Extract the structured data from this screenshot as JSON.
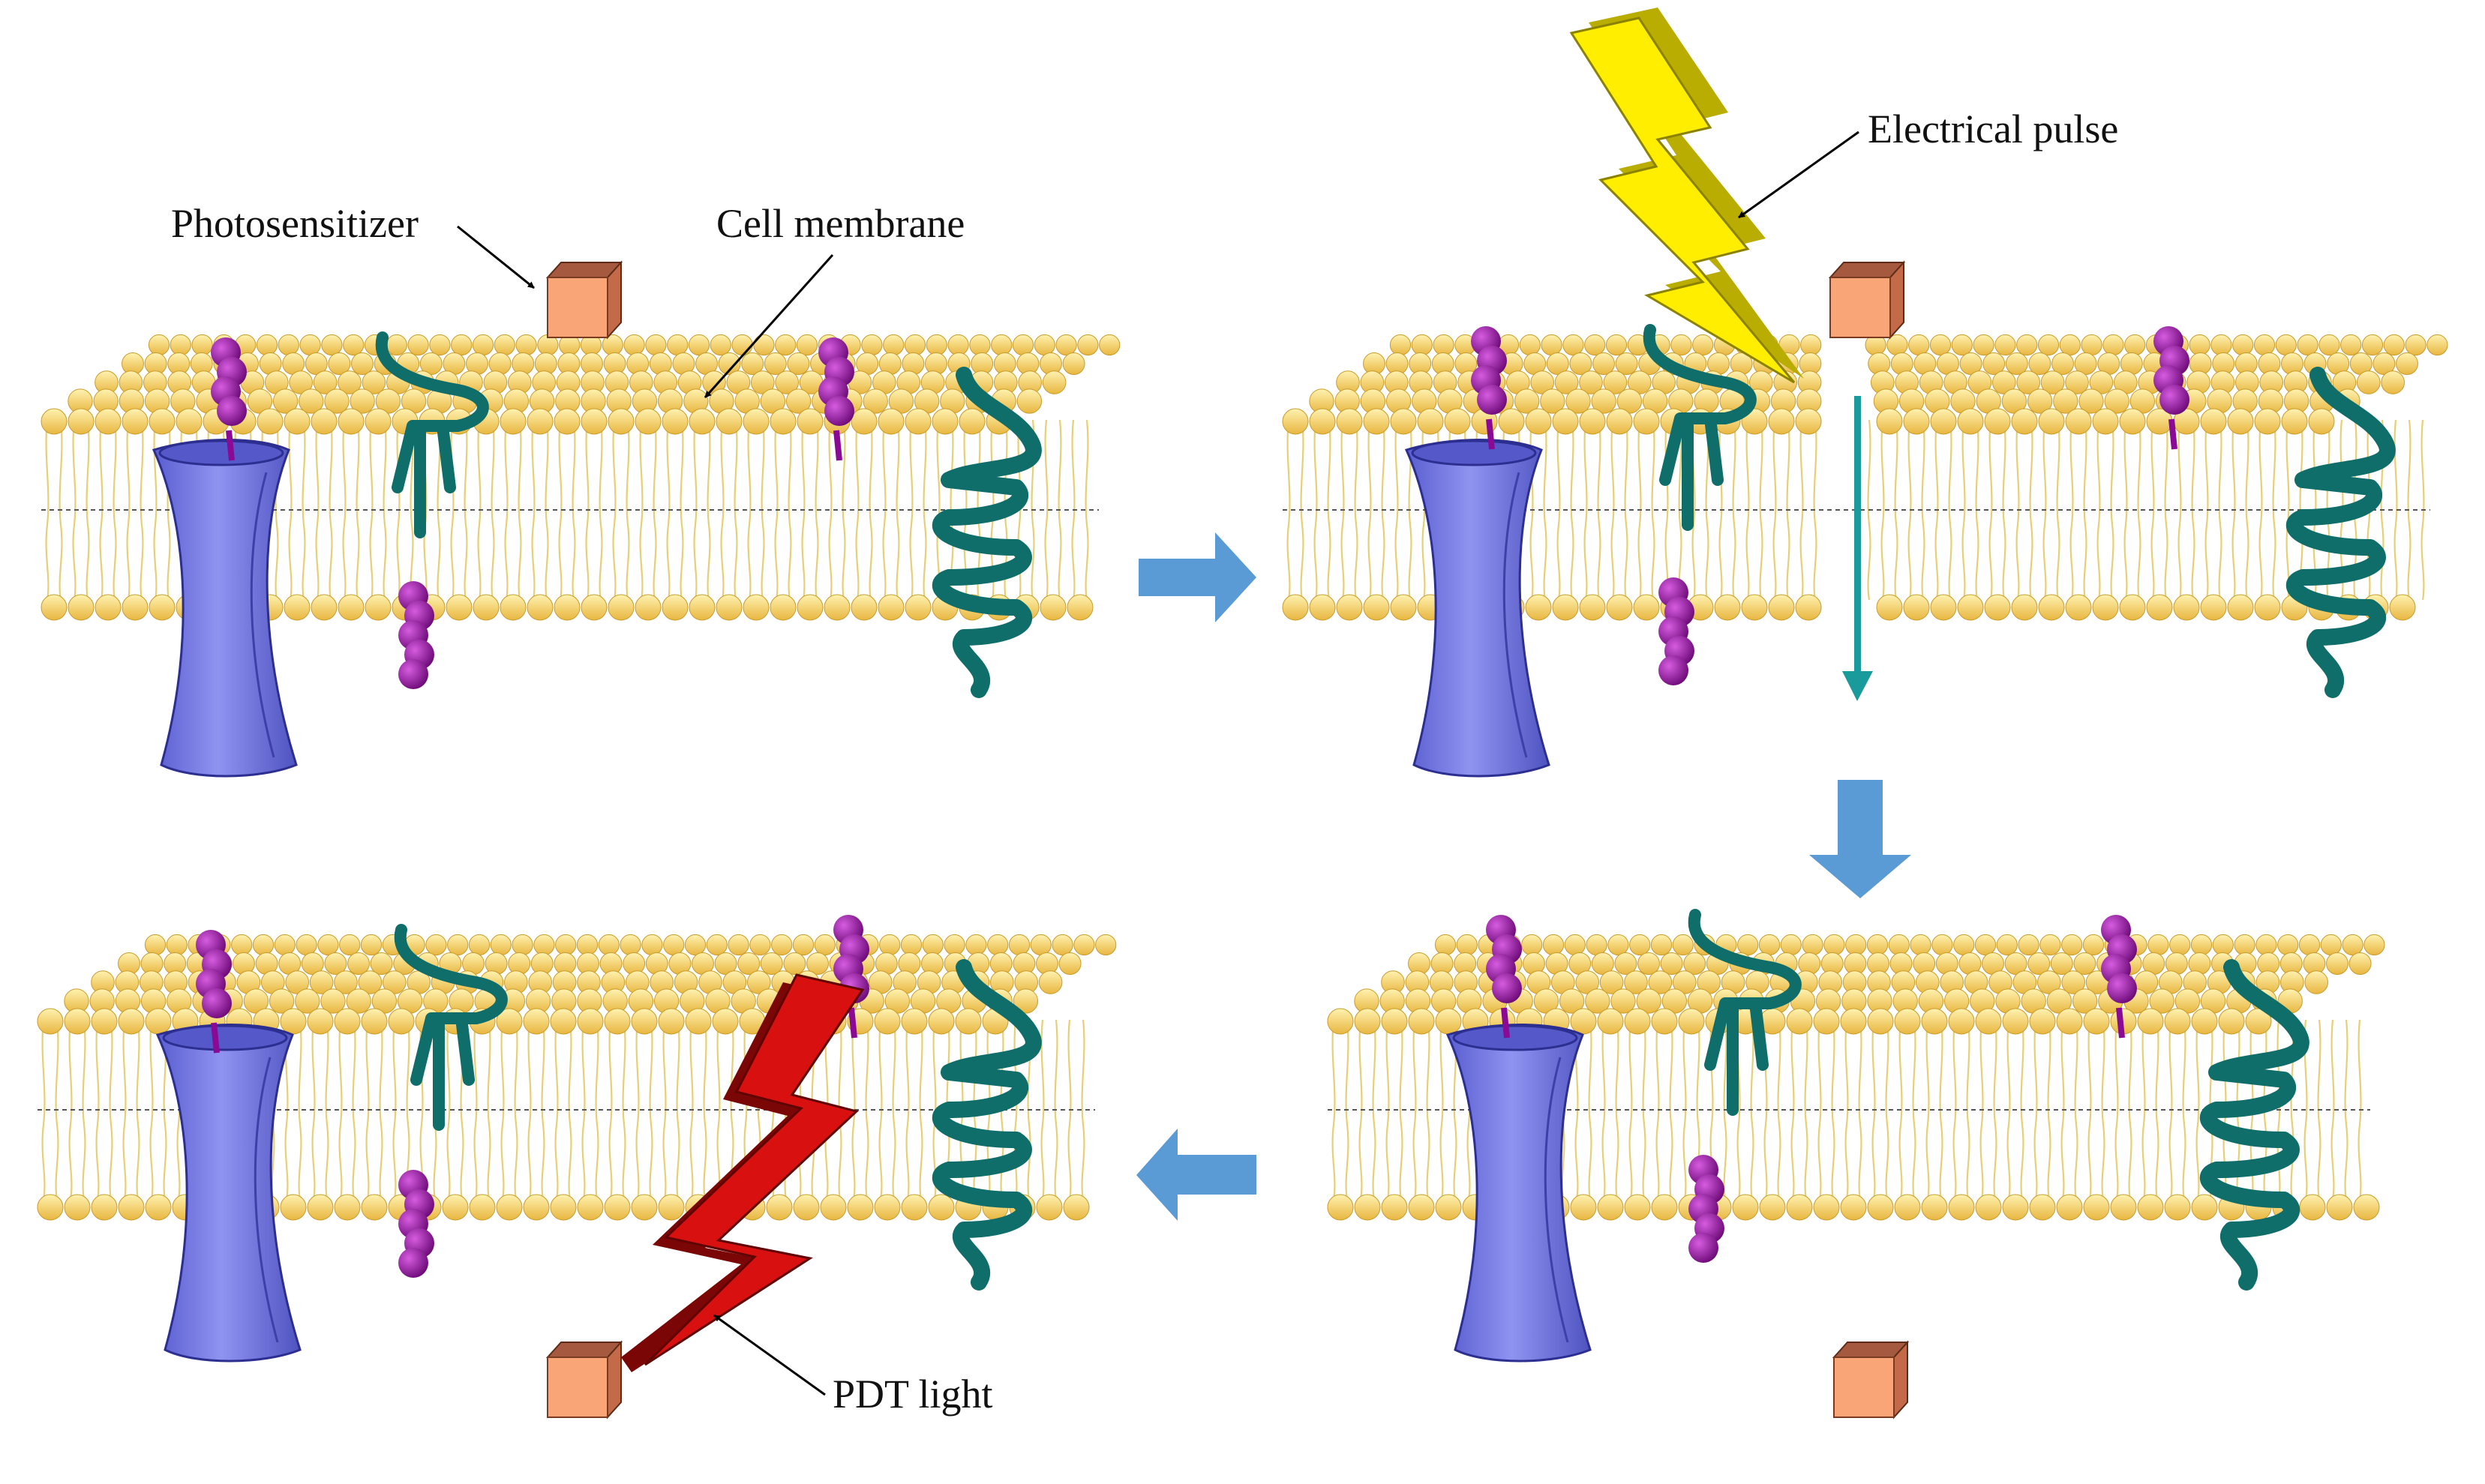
{
  "labels": {
    "photosensitizer": "Photosensitizer",
    "cell_membrane": "Cell membrane",
    "electrical_pulse": "Electrical pulse",
    "pdt_light": "PDT light"
  },
  "panels": [
    {
      "name": "initial-membrane",
      "pore": false,
      "photosensitizer": "above-membrane",
      "bolt": "none"
    },
    {
      "name": "electroporation",
      "pore": true,
      "photosensitizer": "above-membrane",
      "bolt": "electrical-pulse"
    },
    {
      "name": "photosensitizer-internalized",
      "pore": false,
      "photosensitizer": "below-membrane",
      "bolt": "none"
    },
    {
      "name": "pdt-illumination",
      "pore": false,
      "photosensitizer": "below-membrane",
      "bolt": "pdt-light"
    }
  ],
  "flow": [
    "right-arrow",
    "down-arrow",
    "left-arrow"
  ],
  "icons": {
    "transport-protein": "channel-protein-icon",
    "glycolipid": "glycolipid-chain-icon",
    "helical-protein": "transmembrane-helix-icon",
    "photosensitizer": "cube-icon",
    "electrical-pulse": "lightning-bolt-icon",
    "pdt-light": "lightning-bolt-icon"
  },
  "colors": {
    "lipid_head": "#f2c84e",
    "lipid_tail": "#e9d27a",
    "channel_protein": "#7074e6",
    "glycolipid": "#9a0ea6",
    "helix_protein": "#0f6d6a",
    "photosensitizer_front": "#f9a578",
    "photosensitizer_top": "#a55a40",
    "electrical_bolt": "#ffee00",
    "pdt_bolt": "#cc0d0d",
    "flow_arrow": "#5b9bd5",
    "ion_arrow": "#1a9b9b"
  }
}
